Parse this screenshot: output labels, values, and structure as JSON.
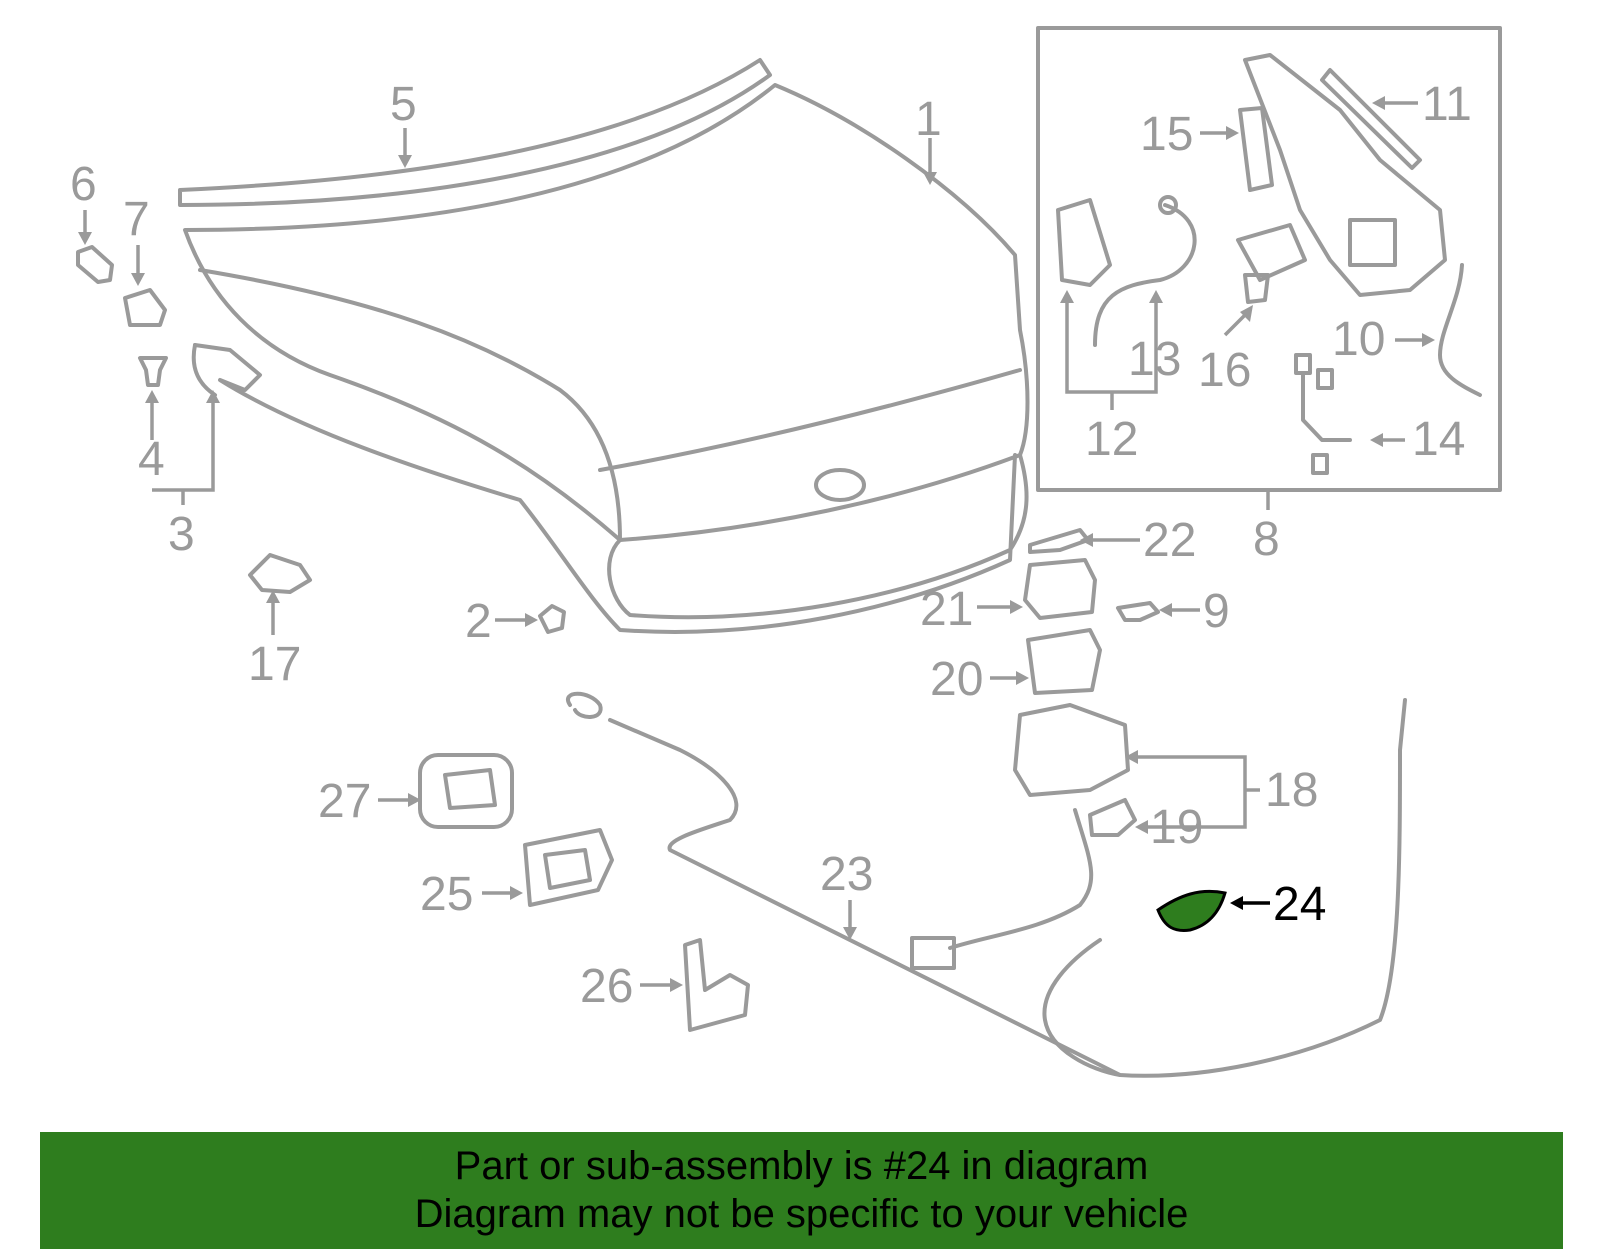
{
  "diagram": {
    "part_labels": [
      "1",
      "2",
      "3",
      "4",
      "5",
      "6",
      "7",
      "8",
      "9",
      "10",
      "11",
      "12",
      "13",
      "14",
      "15",
      "16",
      "17",
      "18",
      "19",
      "20",
      "21",
      "22",
      "23",
      "24",
      "25",
      "26",
      "27"
    ],
    "highlighted_part": "24",
    "colors": {
      "line": "#9a9a9a",
      "highlight_fill": "#2e7d1e",
      "highlight_text": "#000000",
      "banner_bg": "#2e7d1e"
    }
  },
  "banner": {
    "line1": "Part or sub-assembly is #24 in diagram",
    "line2": "Diagram may not be specific to your vehicle"
  }
}
